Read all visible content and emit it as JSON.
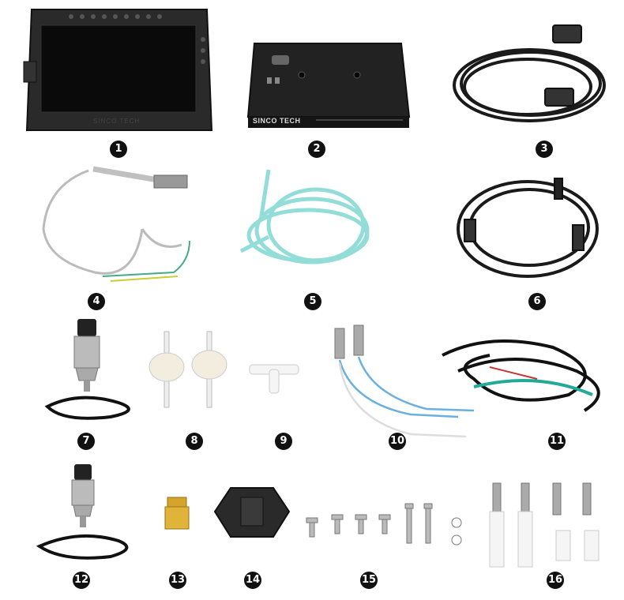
{
  "device_brand": "SINCO TECH",
  "items": [
    {
      "number": "1",
      "icon": "dashboard-display-icon"
    },
    {
      "number": "2",
      "icon": "control-box-icon"
    },
    {
      "number": "3",
      "icon": "serial-cable-icon"
    },
    {
      "number": "4",
      "icon": "exhaust-temperature-sensor-icon"
    },
    {
      "number": "5",
      "icon": "clear-tubing-icon"
    },
    {
      "number": "6",
      "icon": "usb-cable-icon"
    },
    {
      "number": "7",
      "icon": "pressure-sensor-icon"
    },
    {
      "number": "8",
      "icon": "inline-filter-icon"
    },
    {
      "number": "9",
      "icon": "tee-connector-icon"
    },
    {
      "number": "10",
      "icon": "temperature-probe-pair-icon"
    },
    {
      "number": "11",
      "icon": "wiring-harness-icon"
    },
    {
      "number": "12",
      "icon": "pressure-sensor-icon"
    },
    {
      "number": "13",
      "icon": "brass-adapter-icon"
    },
    {
      "number": "14",
      "icon": "mounting-bracket-icon"
    },
    {
      "number": "15",
      "icon": "screws-icon"
    },
    {
      "number": "16",
      "icon": "terminals-icon"
    }
  ]
}
